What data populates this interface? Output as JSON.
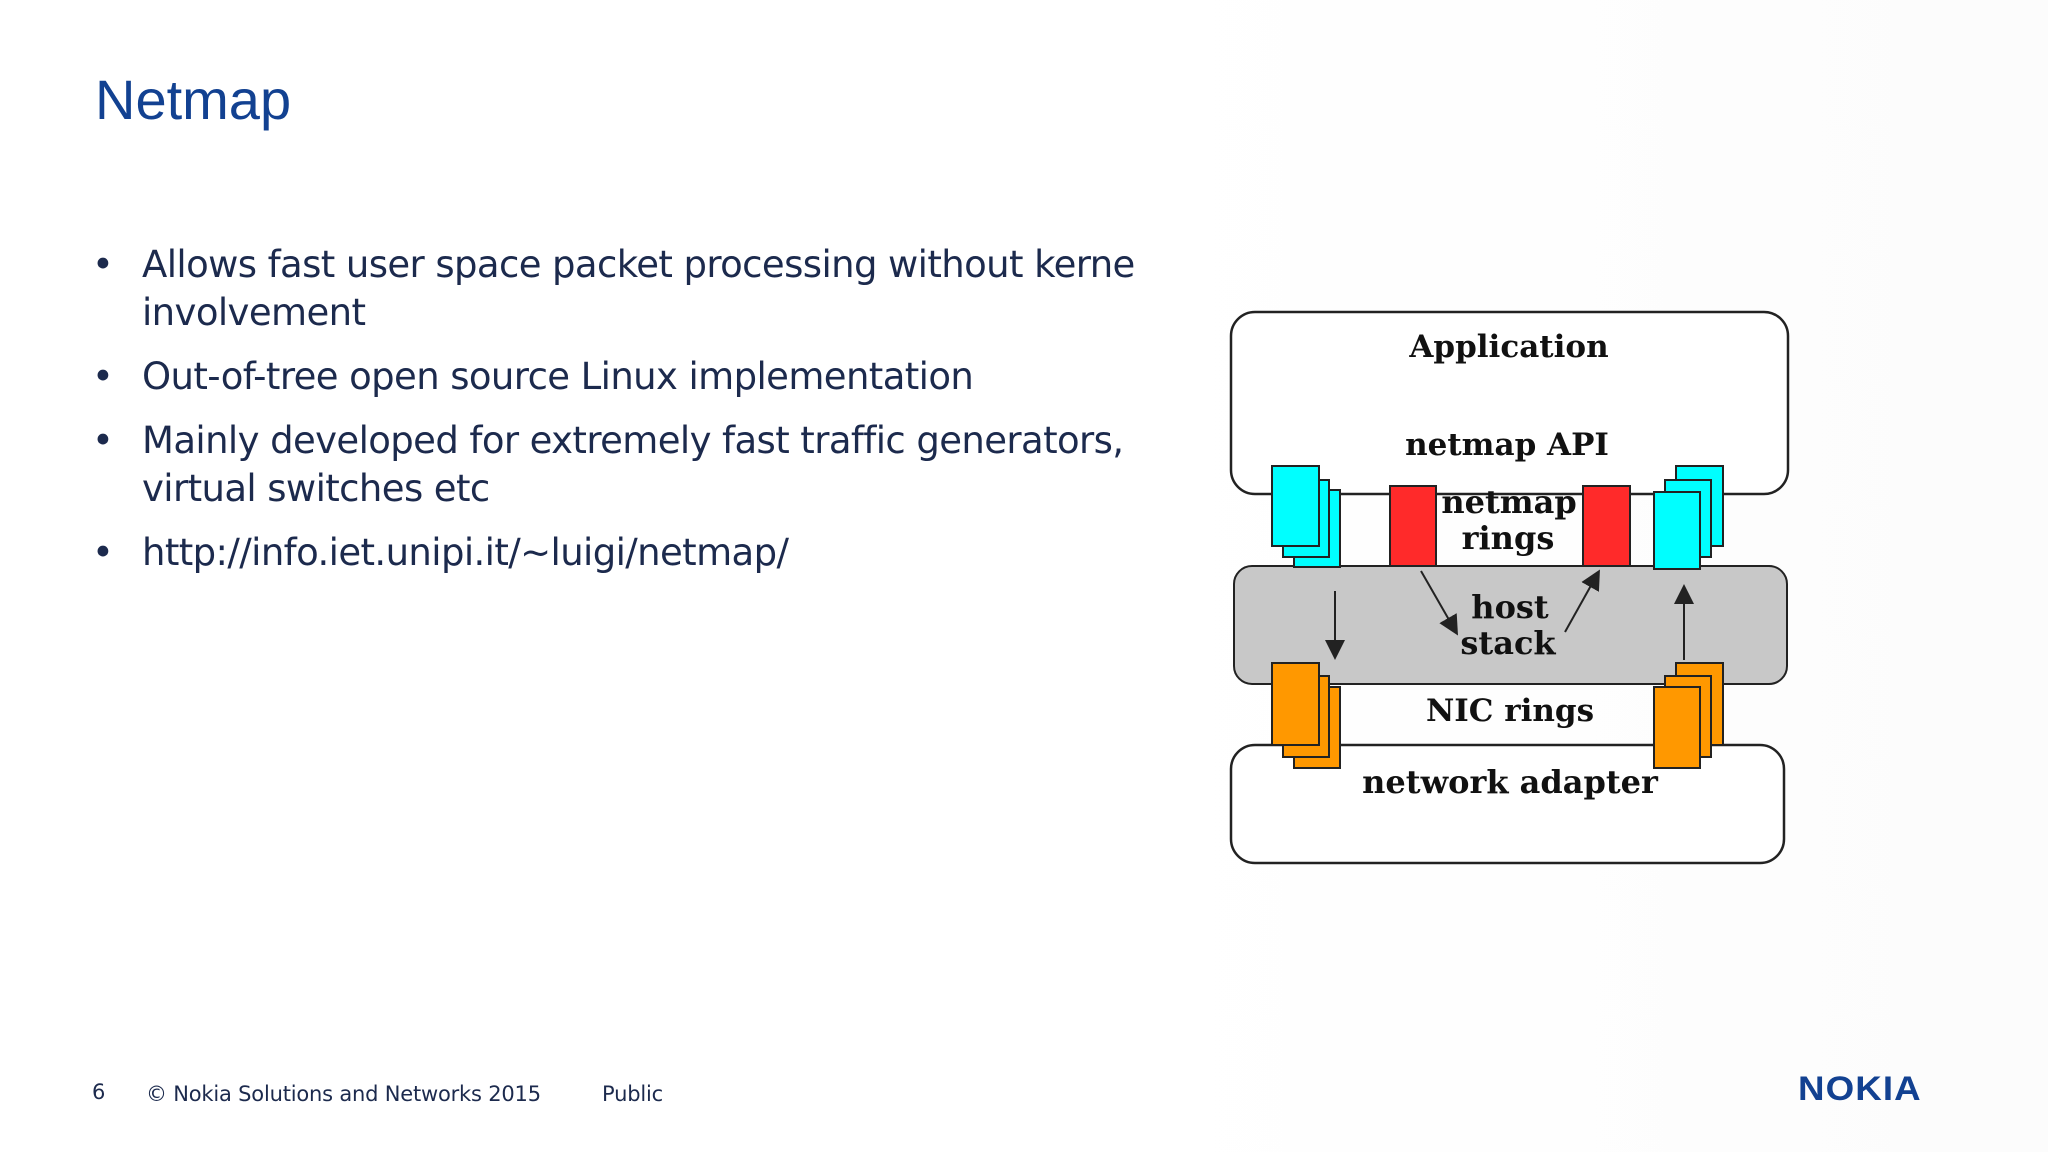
{
  "slide": {
    "title": "Netmap",
    "bullets": [
      "Allows fast user space packet processing without kernel involvement",
      "Out-of-tree open source Linux implementation",
      "Mainly developed for extremely fast traffic generators, virtual switches etc",
      "http://info.iet.unipi.it/~luigi/netmap/"
    ],
    "bullet_symbol": "•"
  },
  "diagram": {
    "labels": {
      "application": "Application",
      "netmap_api": "netmap API",
      "netmap_rings_line1": "netmap",
      "netmap_rings_line2": "rings",
      "host_stack_line1": "host",
      "host_stack_line2": "stack",
      "nic_rings": "NIC rings",
      "network_adapter": "network adapter"
    },
    "colors": {
      "cyan_ring": "#00ffff",
      "red_ring": "#ff2a2a",
      "orange_ring": "#ff9800",
      "host_stack_fill": "#c8c8c8",
      "outline": "#222222"
    }
  },
  "footer": {
    "page_number": "6",
    "copyright": "© Nokia Solutions and Networks 2015",
    "classification": "Public",
    "logo_text": "NOKIA"
  },
  "theme": {
    "title_color": "#124191",
    "body_color": "#1c2a4d",
    "logo_color": "#124191"
  }
}
